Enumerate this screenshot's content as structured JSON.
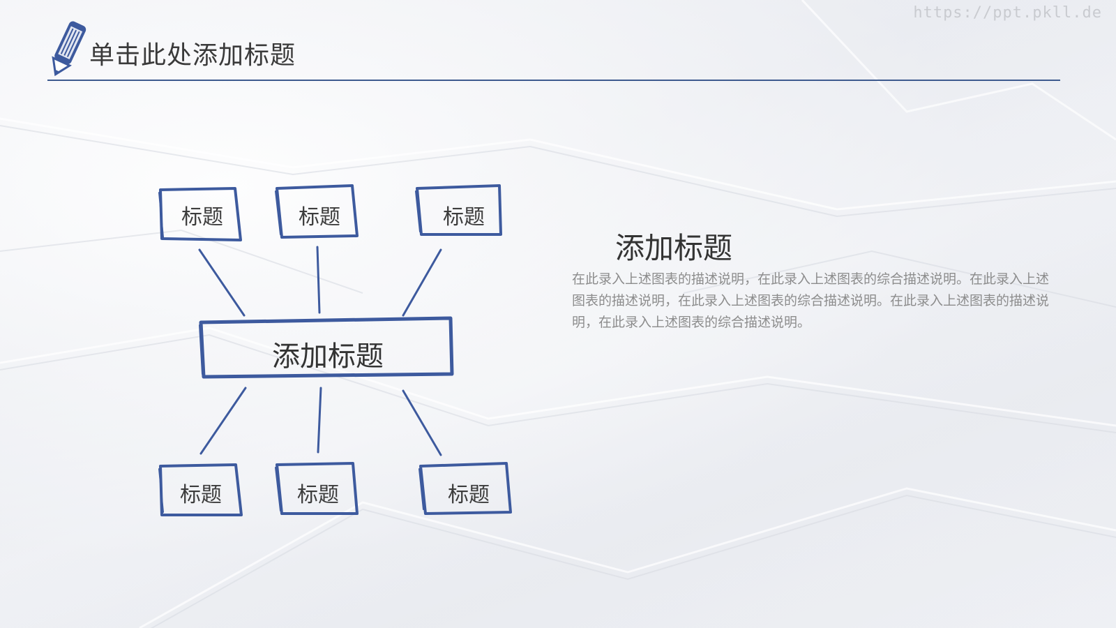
{
  "watermark": "https://ppt.pkll.de",
  "header": {
    "title": "单击此处添加标题"
  },
  "diagram": {
    "center": "添加标题",
    "top_nodes": [
      "标题",
      "标题",
      "标题"
    ],
    "bottom_nodes": [
      "标题",
      "标题",
      "标题"
    ]
  },
  "side": {
    "title": "添加标题",
    "description": "在此录入上述图表的描述说明，在此录入上述图表的综合描述说明。在此录入上述图表的描述说明，在此录入上述图表的综合描述说明。在此录入上述图表的描述说明，在此录入上述图表的综合描述说明。"
  },
  "colors": {
    "accent": "#3d5a9e",
    "text": "#333333",
    "muted": "#8c8c8c"
  },
  "icons": {
    "header_icon": "pencil-icon"
  }
}
